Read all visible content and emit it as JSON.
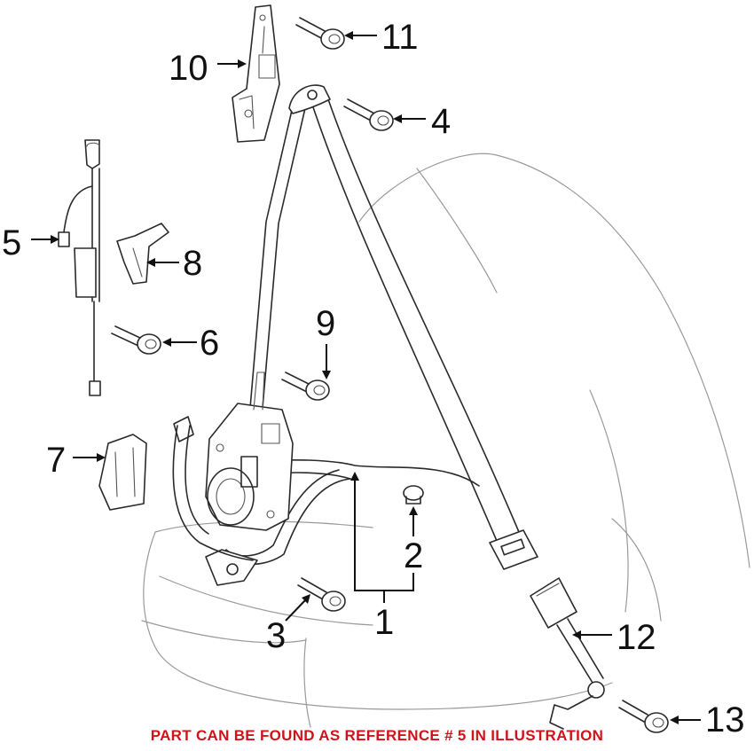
{
  "callouts": {
    "c1": "1",
    "c2": "2",
    "c3": "3",
    "c4": "4",
    "c5": "5",
    "c6": "6",
    "c7": "7",
    "c8": "8",
    "c9": "9",
    "c10": "10",
    "c11": "11",
    "c12": "12",
    "c13": "13"
  },
  "note": {
    "text": "PART CAN BE FOUND AS REFERENCE # 5 IN ILLUSTRATION",
    "color": "#d0131b"
  },
  "colors": {
    "line": "#2a2a2a",
    "seat_outline": "#9a9a9a",
    "background": "#ffffff"
  }
}
